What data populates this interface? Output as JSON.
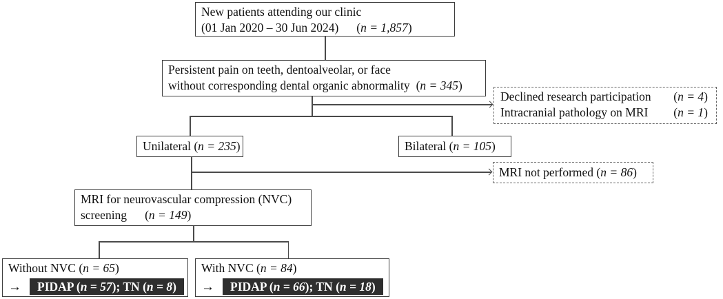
{
  "colors": {
    "background": "#ffffff",
    "border": "#3d3d3d",
    "connector": "#4a4a4a",
    "bar_background": "#2e2e2e",
    "bar_text": "#ffffff",
    "text": "#111111"
  },
  "boxes": {
    "new_patients": {
      "line1": "New patients attending our clinic",
      "line2_date": "(01 Jan 2020 – 30 Jun 2024)",
      "n_pre": "(",
      "n": "n = 1,857",
      "n_post": ")"
    },
    "persistent_pain": {
      "line1": "Persistent pain on teeth, dentoalveolar, or face",
      "line2_text": "without corresponding dental organic abnormality",
      "n_pre": "(",
      "n": "n = 345",
      "n_post": ")"
    },
    "declined": {
      "row1_label": "Declined research participation",
      "row1_n_pre": "(",
      "row1_n": "n = 4",
      "row1_n_post": ")",
      "row2_label": "Intracranial pathology on MRI",
      "row2_n_pre": "(",
      "row2_n": "n = 1",
      "row2_n_post": ")"
    },
    "unilateral": {
      "pre": "Unilateral (",
      "n": "n = 235",
      "post": ")"
    },
    "bilateral": {
      "pre": "Bilateral (",
      "n": "n = 105",
      "post": ")"
    },
    "mri_not_performed": {
      "pre": "MRI not performed (",
      "n": "n = 86",
      "post": ")"
    },
    "mri_screening": {
      "line1": "MRI for neurovascular compression (NVC)",
      "line2_text": "screening",
      "n_pre": "(",
      "n": "n = 149",
      "n_post": ")"
    },
    "without_nvc": {
      "title_pre": "Without NVC (",
      "title_n": "n = 65",
      "title_post": ")",
      "arrow": "→",
      "bar_pre": "PIDAP (",
      "bar_n1": "n = 57",
      "bar_mid": "); TN (",
      "bar_n2": "n = 8",
      "bar_post": ")"
    },
    "with_nvc": {
      "title_pre": "With NVC (",
      "title_n": "n = 84",
      "title_post": ")",
      "arrow": "→",
      "bar_pre": "PIDAP (",
      "bar_n1": "n = 66",
      "bar_mid": "); TN (",
      "bar_n2": "n = 18",
      "bar_post": ")"
    }
  }
}
